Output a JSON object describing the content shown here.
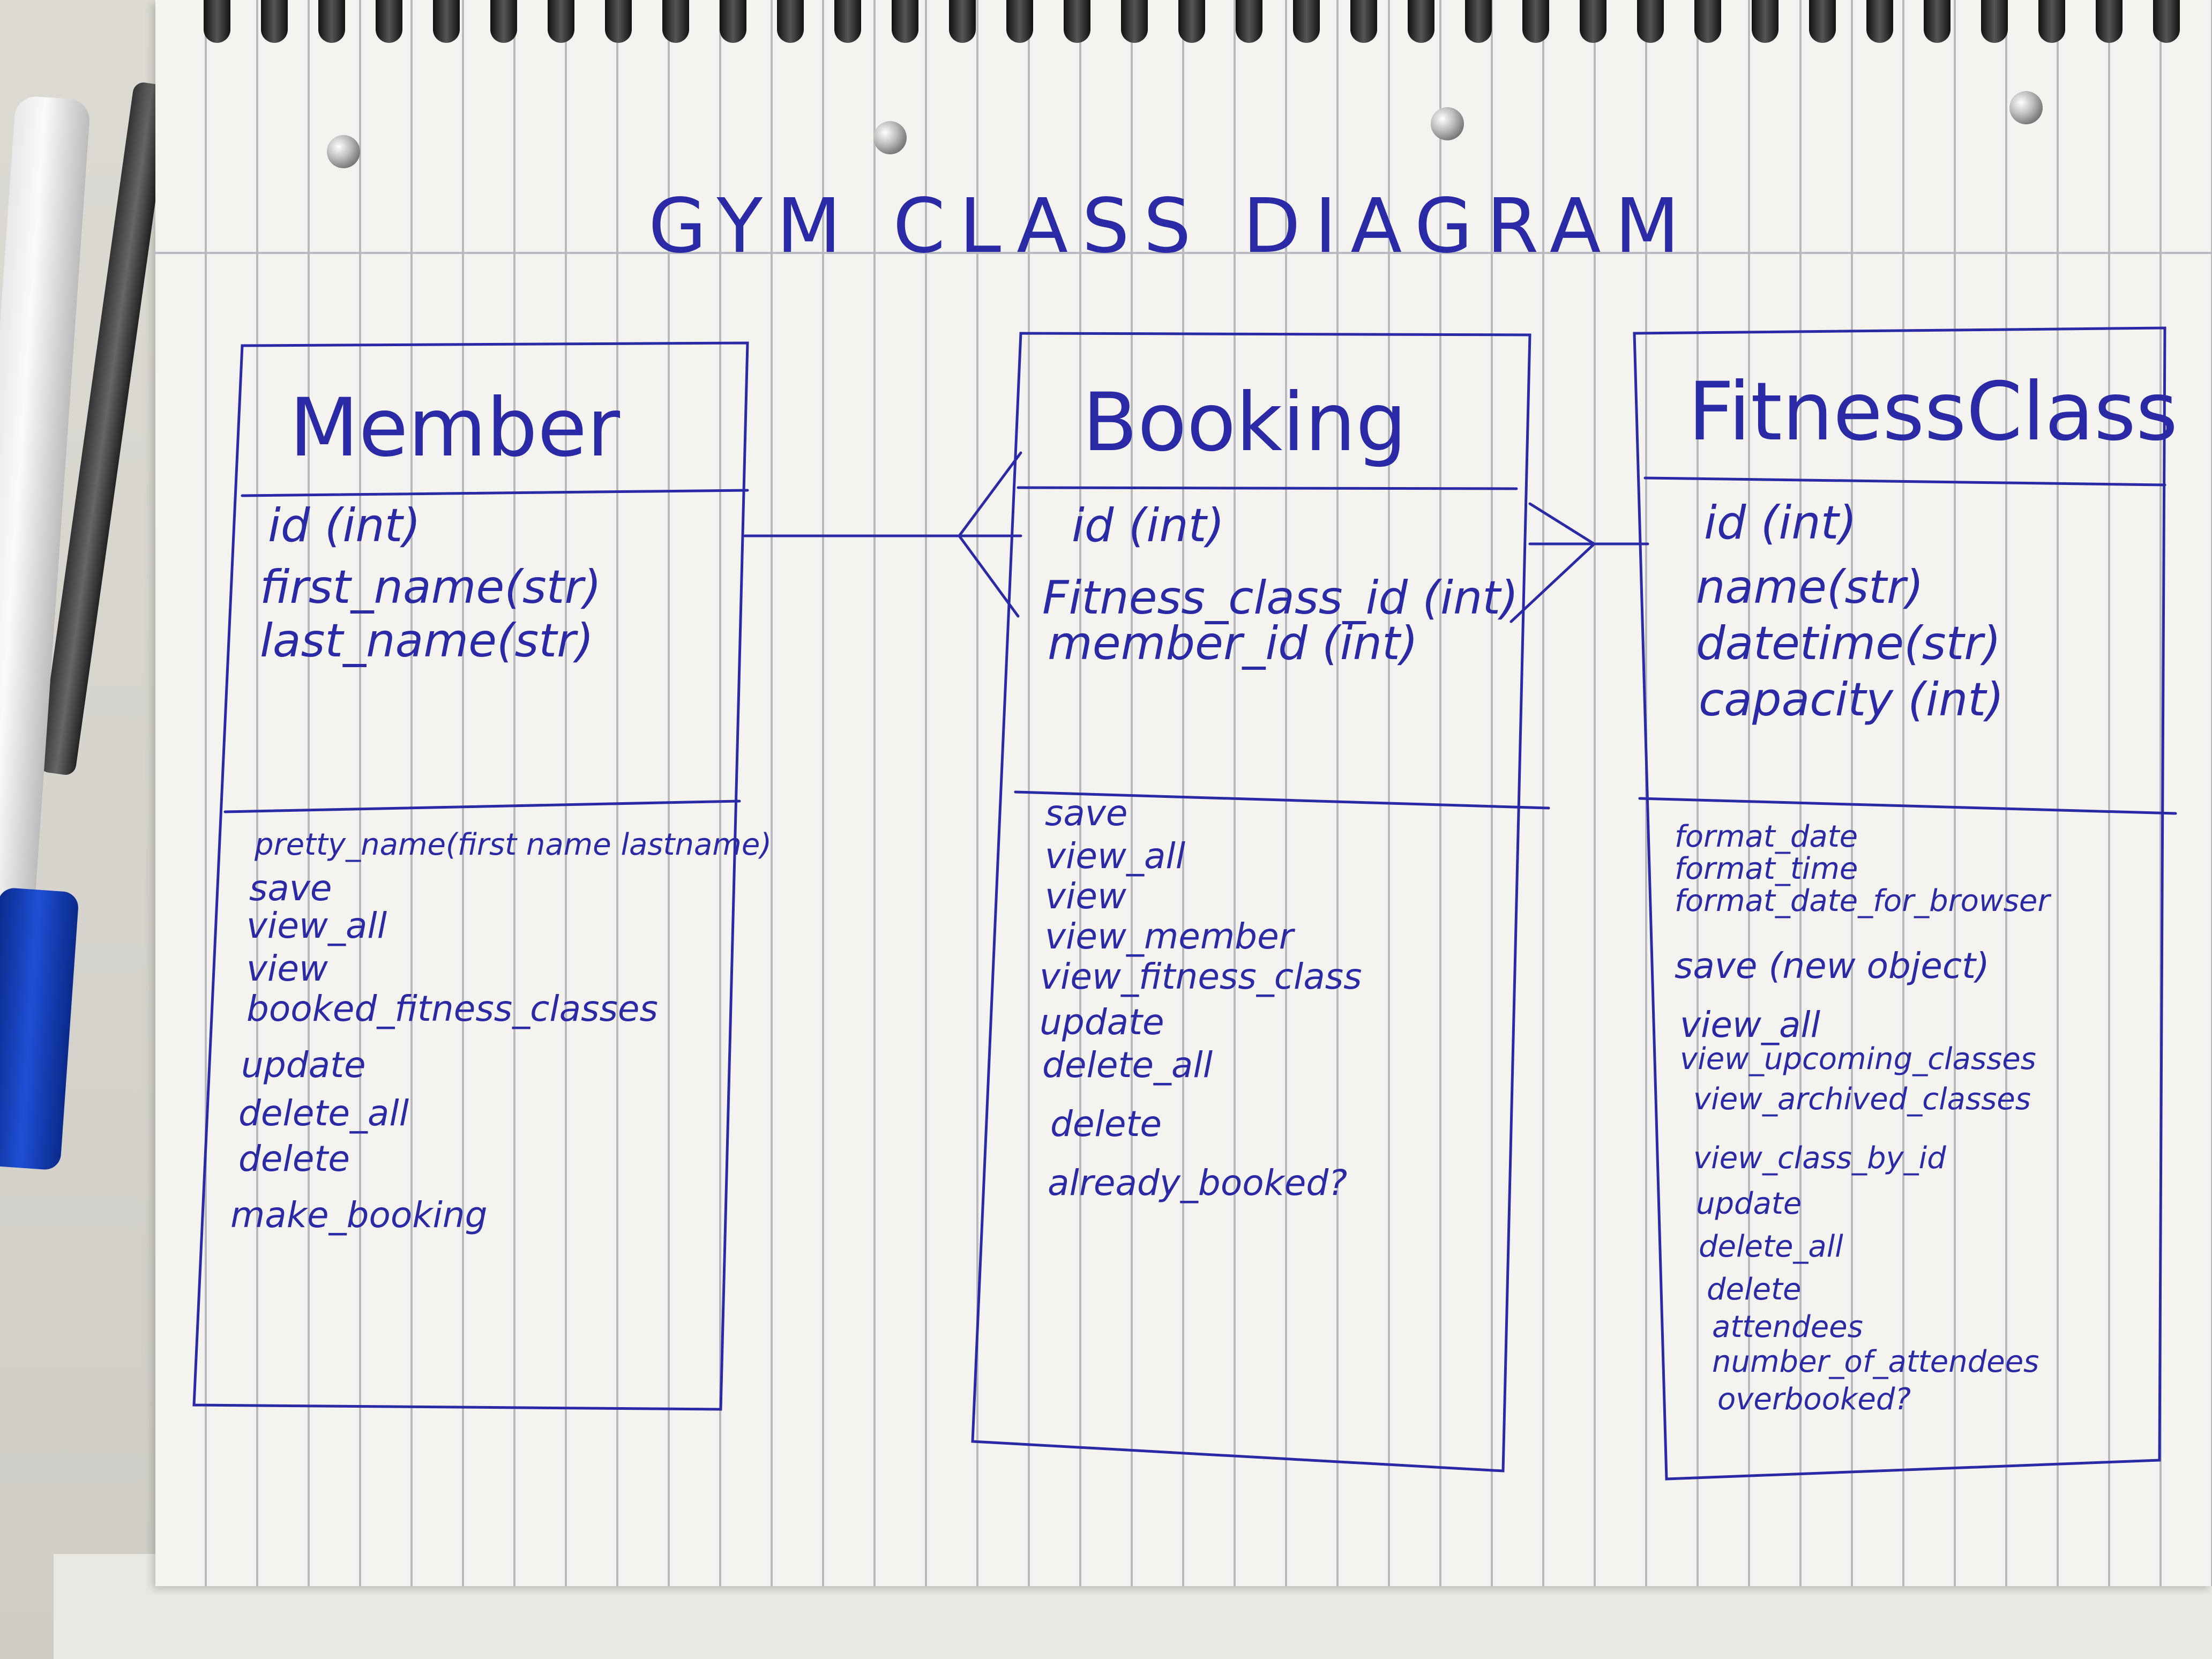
{
  "title": "GYM CLASS DIAGRAM",
  "classes": [
    {
      "name": "Member",
      "attributes": [
        "id (int)",
        "first_name(str)",
        "last_name(str)"
      ],
      "methods": [
        "pretty_name(first name lastname)",
        "save",
        "view_all",
        "view",
        "booked_fitness_classes",
        "update",
        "delete_all",
        "delete",
        "make_booking"
      ]
    },
    {
      "name": "Booking",
      "attributes": [
        "id (int)",
        "Fitness_class_id (int)",
        "member_id (int)"
      ],
      "methods": [
        "save",
        "view_all",
        "view",
        "view_member",
        "view_fitness_class",
        "update",
        "delete_all",
        "delete",
        "already_booked?"
      ]
    },
    {
      "name": "FitnessClass",
      "attributes": [
        "id (int)",
        "name(str)",
        "datetime(str)",
        "capacity (int)"
      ],
      "methods": [
        "format_date",
        "format_time",
        "format_date_for_browser",
        "save (new object)",
        "view_all",
        "view_upcoming_classes",
        "view_archived_classes",
        "view_class_by_id",
        "update",
        "delete_all",
        "delete",
        "attendees",
        "number_of_attendees",
        "overbooked?"
      ]
    }
  ],
  "relationships": [
    {
      "from": "Member",
      "to": "Booking",
      "notation": "one-to-many"
    },
    {
      "from": "FitnessClass",
      "to": "Booking",
      "notation": "one-to-many"
    }
  ],
  "ink_color": "#2b2aa6",
  "paper_color": "#f4f3f0",
  "rule_color": "#b9b9c2"
}
